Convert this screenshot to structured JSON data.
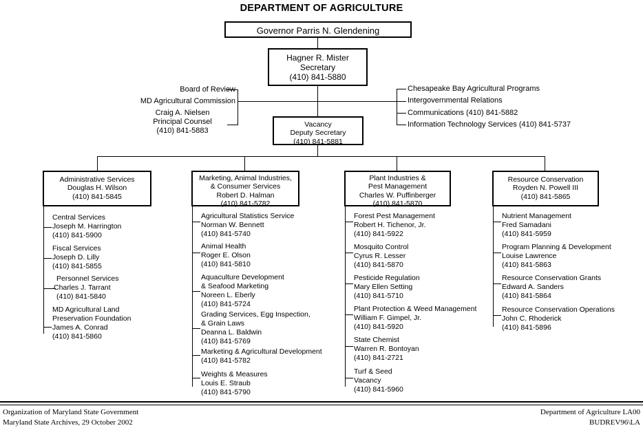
{
  "title": "DEPARTMENT OF AGRICULTURE",
  "governor": {
    "name": "Governor Parris N. Glendening"
  },
  "secretary": {
    "name": "Hagner R. Mister",
    "role": "Secretary",
    "phone": "(410) 841-5880"
  },
  "deputy": {
    "name": "Vacancy",
    "role": "Deputy Secretary",
    "phone": "(410) 841-5881"
  },
  "left_staff": [
    {
      "label": "Board of Review"
    },
    {
      "label": "MD Agricultural Commission"
    }
  ],
  "counsel": {
    "name": "Craig A. Nielsen",
    "role": "Principal Counsel",
    "phone": "(410) 841-5883"
  },
  "right_staff": [
    {
      "label": "Chesapeake Bay Agricultural Programs"
    },
    {
      "label": "Intergovernmental Relations"
    },
    {
      "label": "Communications (410) 841-5882"
    },
    {
      "label": "Information Technology Services (410) 841-5737"
    }
  ],
  "divisions": [
    {
      "title_lines": [
        "Administrative Services"
      ],
      "head": "Douglas H. Wilson",
      "phone": "(410) 841-5845",
      "units": [
        {
          "name_lines": [
            "Central Services"
          ],
          "head": "Joseph M. Harrington",
          "phone": "(410) 841-5900",
          "indent": false
        },
        {
          "name_lines": [
            "Fiscal Services"
          ],
          "head": "Joseph D. Lilly",
          "phone": "(410) 841-5855",
          "indent": false
        },
        {
          "name_lines": [
            "Personnel Services"
          ],
          "head": "Charles J. Tarrant",
          "phone": "(410) 841-5840",
          "indent": true
        },
        {
          "name_lines": [
            "MD Agricultural Land",
            "Preservation Foundation"
          ],
          "head": "James A. Conrad",
          "phone": "(410) 841-5860",
          "indent": false
        }
      ]
    },
    {
      "title_lines": [
        "Marketing, Animal Industries,",
        "& Consumer Services"
      ],
      "head": "Robert D. Halman",
      "phone": "(410) 841-5782",
      "units": [
        {
          "name_lines": [
            "Agricultural Statistics Service"
          ],
          "head": "Norman W. Bennett",
          "phone": "(410) 841-5740",
          "indent": false
        },
        {
          "name_lines": [
            "Animal Health"
          ],
          "head": "Roger E. Olson",
          "phone": "(410) 841-5810",
          "indent": false
        },
        {
          "name_lines": [
            "Aquaculture Development",
            "& Seafood Marketing"
          ],
          "head": "Noreen L. Eberly",
          "phone": "(410) 841-5724",
          "indent": false
        },
        {
          "name_lines": [
            "Grading Services, Egg Inspection,",
            "& Grain Laws"
          ],
          "head": "Deanna L. Baldwin",
          "phone": "(410) 841-5769",
          "indent": false
        },
        {
          "name_lines": [
            "Marketing & Agricultural Development"
          ],
          "head": "",
          "phone": "(410) 841-5782",
          "indent": false
        },
        {
          "name_lines": [
            "Weights & Measures"
          ],
          "head": "Louis E. Straub",
          "phone": "(410) 841-5790",
          "indent": false
        }
      ]
    },
    {
      "title_lines": [
        "Plant Industries &",
        "Pest Management"
      ],
      "head": "Charles W. Puffinberger",
      "phone": "(410) 841-5870",
      "units": [
        {
          "name_lines": [
            "Forest Pest Management"
          ],
          "head": "Robert H. Tichenor, Jr.",
          "phone": "(410) 841-5922",
          "indent": false
        },
        {
          "name_lines": [
            "Mosquito Control"
          ],
          "head": "Cyrus R. Lesser",
          "phone": "(410) 841-5870",
          "indent": false
        },
        {
          "name_lines": [
            "Pesticide Regulation"
          ],
          "head": "Mary Ellen Setting",
          "phone": "(410) 841-5710",
          "indent": false
        },
        {
          "name_lines": [
            "Plant Protection & Weed Management"
          ],
          "head": "William F. Gimpel, Jr.",
          "phone": "(410) 841-5920",
          "indent": false
        },
        {
          "name_lines": [
            "State Chemist"
          ],
          "head": "Warren R. Bontoyan",
          "phone": "(410) 841-2721",
          "indent": false
        },
        {
          "name_lines": [
            "Turf & Seed"
          ],
          "head": "Vacancy",
          "phone": "(410) 841-5960",
          "indent": false
        }
      ]
    },
    {
      "title_lines": [
        "Resource Conservation"
      ],
      "head": "Royden N. Powell III",
      "phone": "(410) 841-5865",
      "units": [
        {
          "name_lines": [
            "Nutrient Management"
          ],
          "head": "Fred Samadani",
          "phone": "(410) 841-5959",
          "indent": false
        },
        {
          "name_lines": [
            "Program Planning & Development"
          ],
          "head": "Louise Lawrence",
          "phone": "(410) 841-5863",
          "indent": false
        },
        {
          "name_lines": [
            "Resource Conservation Grants"
          ],
          "head": "Edward A. Sanders",
          "phone": "(410) 841-5864",
          "indent": false
        },
        {
          "name_lines": [
            "Resource Conservation Operations"
          ],
          "head": "John C. Rhoderick",
          "phone": "(410) 841-5896",
          "indent": false
        }
      ]
    }
  ],
  "footer": {
    "left_line1": "Organization of Maryland State Government",
    "left_line2": "Maryland State Archives, 29 October 2002",
    "right_line1": "Department of Agriculture  LA00",
    "right_line2": "BUDREV96\\LA"
  }
}
